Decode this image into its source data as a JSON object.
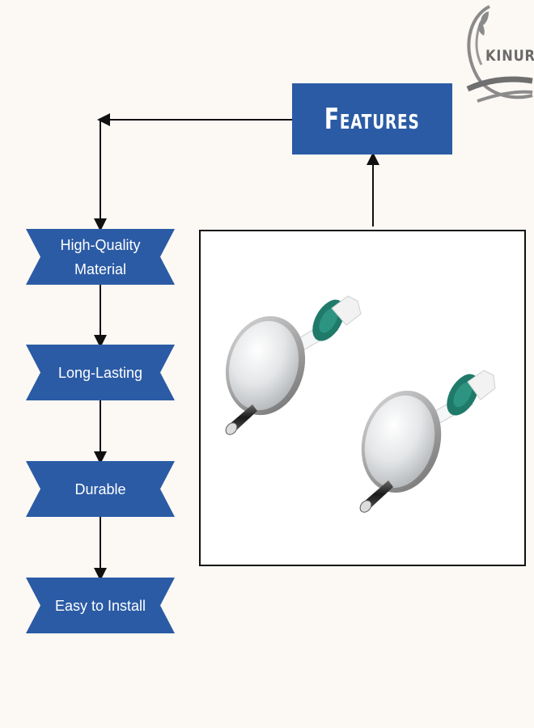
{
  "logo": {
    "text": "KINUR"
  },
  "features": {
    "title": "Features"
  },
  "items": [
    {
      "label": "High-Quality\nMaterial"
    },
    {
      "label": "Long-Lasting"
    },
    {
      "label": "Durable"
    },
    {
      "label": "Easy to Install"
    }
  ],
  "colors": {
    "brand_blue": "#2b5ba5",
    "background": "#fcf8f4",
    "connector": "#111111",
    "hinge_accent_green": "#1f7a6a"
  },
  "photo": {
    "icon": "toilet-seat-hinge-pair-image"
  }
}
